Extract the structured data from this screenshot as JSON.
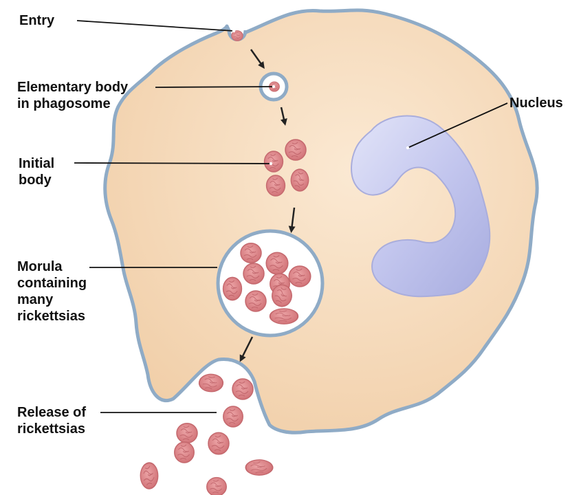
{
  "labels": {
    "entry": "Entry",
    "elementary_body": [
      "Elementary body",
      "in phagosome"
    ],
    "initial_body": [
      "Initial",
      "body"
    ],
    "morula": [
      "Morula",
      "containing",
      "many",
      "rickettsias"
    ],
    "release": [
      "Release of",
      "rickettsias"
    ],
    "nucleus": "Nucleus"
  },
  "colors": {
    "cytoplasm": "#f6dcbd",
    "membrane": "#8fabc6",
    "nucleus": "#bcc0e9",
    "organism": "#e0878b",
    "text": "#111111",
    "arrow": "#222222"
  }
}
